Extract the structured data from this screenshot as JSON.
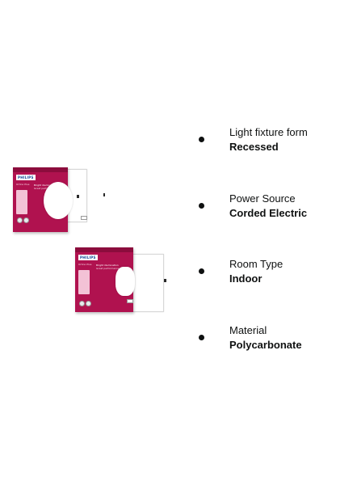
{
  "products": [
    {
      "brand": "PHILIPS",
      "line1": "Ortino Plus",
      "line2": "Bright illumination",
      "line3": "Great performance"
    },
    {
      "brand": "PHILIPS",
      "line1": "Ortino Plus",
      "line2": "Bright illumination",
      "line3": "Great performance"
    }
  ],
  "specs": [
    {
      "label": "Light fixture form",
      "value": "Recessed"
    },
    {
      "label": "Power Source",
      "value": "Corded Electric"
    },
    {
      "label": "Room Type",
      "value": "Indoor"
    },
    {
      "label": "Material",
      "value": "Polycarbonate"
    }
  ],
  "colors": {
    "box_magenta": "#b0124f",
    "logo_blue": "#0b3f91",
    "text": "#0f1111"
  }
}
